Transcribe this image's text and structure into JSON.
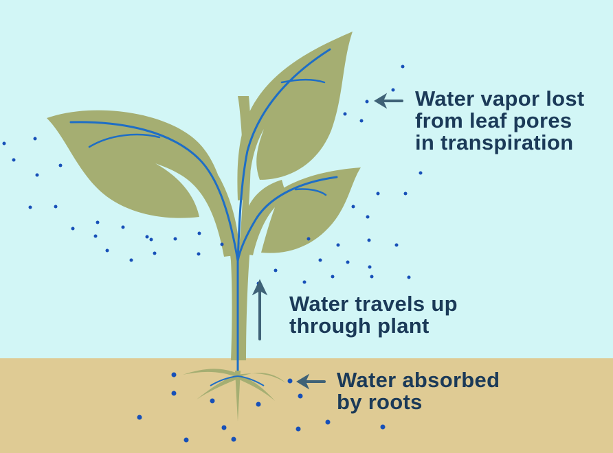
{
  "diagram": {
    "type": "plant-water-cycle",
    "colors": {
      "sky": "#d2f6f6",
      "soil": "#dfcb94",
      "leaf": "#a5ae72",
      "vein": "#1e6ec6",
      "droplet": "#1750b8",
      "arrow": "#3f6277",
      "text": "#1b3a58"
    },
    "labels": {
      "vapor": "Water vapor lost\nfrom leaf pores\nin transpiration",
      "travel": "Water travels up\nthrough plant",
      "roots": "Water absorbed\nby roots"
    },
    "arrows": {
      "vapor": "arrow-left",
      "travel": "arrow-up",
      "roots": "arrow-left"
    }
  }
}
